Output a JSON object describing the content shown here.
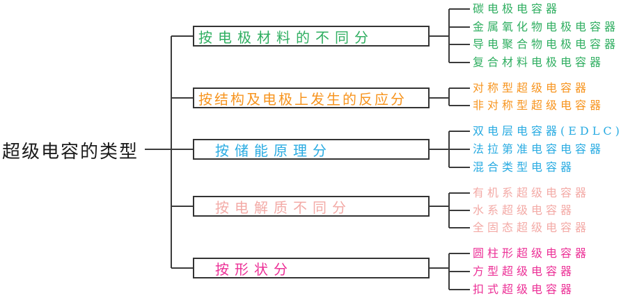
{
  "root": {
    "label": "超级电容的类型"
  },
  "line_color": "#3a3a3a",
  "groups": [
    {
      "label": "按电极材料的不同分",
      "color": "#2fae60",
      "children": [
        "碳电极电容器",
        "金属氧化物电极电容器",
        "导电聚合物电极电容器",
        "复合材料电极电容器"
      ]
    },
    {
      "label": "按结构及电极上发生的反应分",
      "color": "#f7941e",
      "children": [
        "对称型超级电容器",
        "非对称型超级电容器"
      ]
    },
    {
      "label": "按储能原理分",
      "color": "#29abe2",
      "children": [
        "双电层电容器(EDLC)",
        "法拉第准电容电容器",
        "混合类型电容器"
      ]
    },
    {
      "label": "按电解质不同分",
      "color": "#f3aaa6",
      "children": [
        "有机系超级电容器",
        "水系超级电容器",
        "全固态超级电容器"
      ]
    },
    {
      "label": "按形状分",
      "color": "#ec2f96",
      "children": [
        "圆柱形超级电容器",
        "方型超级电容器",
        "扣式超级电容器"
      ]
    }
  ]
}
